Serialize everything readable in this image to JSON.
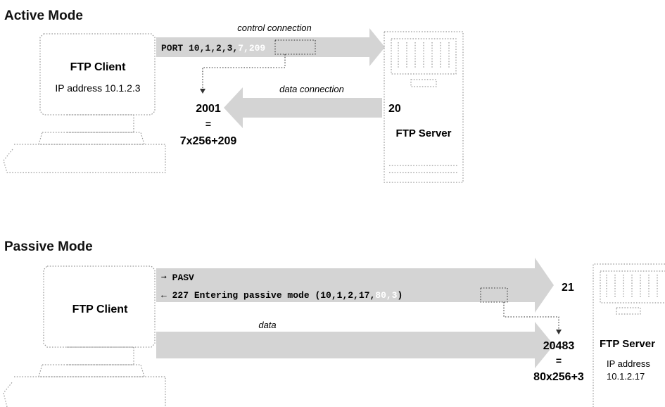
{
  "colors": {
    "arrow_fill": "#d4d4d4",
    "outline": "#9a9a9a",
    "text": "#111111",
    "highlight_text": "#ffffff"
  },
  "active": {
    "title": "Active Mode",
    "client_label": "FTP Client",
    "client_ip": "IP address 10.1.2.3",
    "control_label": "control connection",
    "command_text": "PORT 10,1,2,3,",
    "command_highlight": "7,209",
    "data_label": "data connection",
    "client_port": "2001",
    "equals": "=",
    "calc": "7x256+209",
    "server_port": "20",
    "server_label": "FTP Server"
  },
  "passive": {
    "title": "Passive Mode",
    "client_label": "FTP Client",
    "command_1": "PASV",
    "reply_text": "227 Entering passive mode (10,1,2,17,",
    "reply_highlight": "80,3",
    "reply_close": ")",
    "control_port": "21",
    "data_label": "data",
    "data_port": "20483",
    "equals": "=",
    "calc": "80x256+3",
    "server_label": "FTP Server",
    "server_ip_line1": "IP address",
    "server_ip_line2": "10.1.2.17"
  }
}
